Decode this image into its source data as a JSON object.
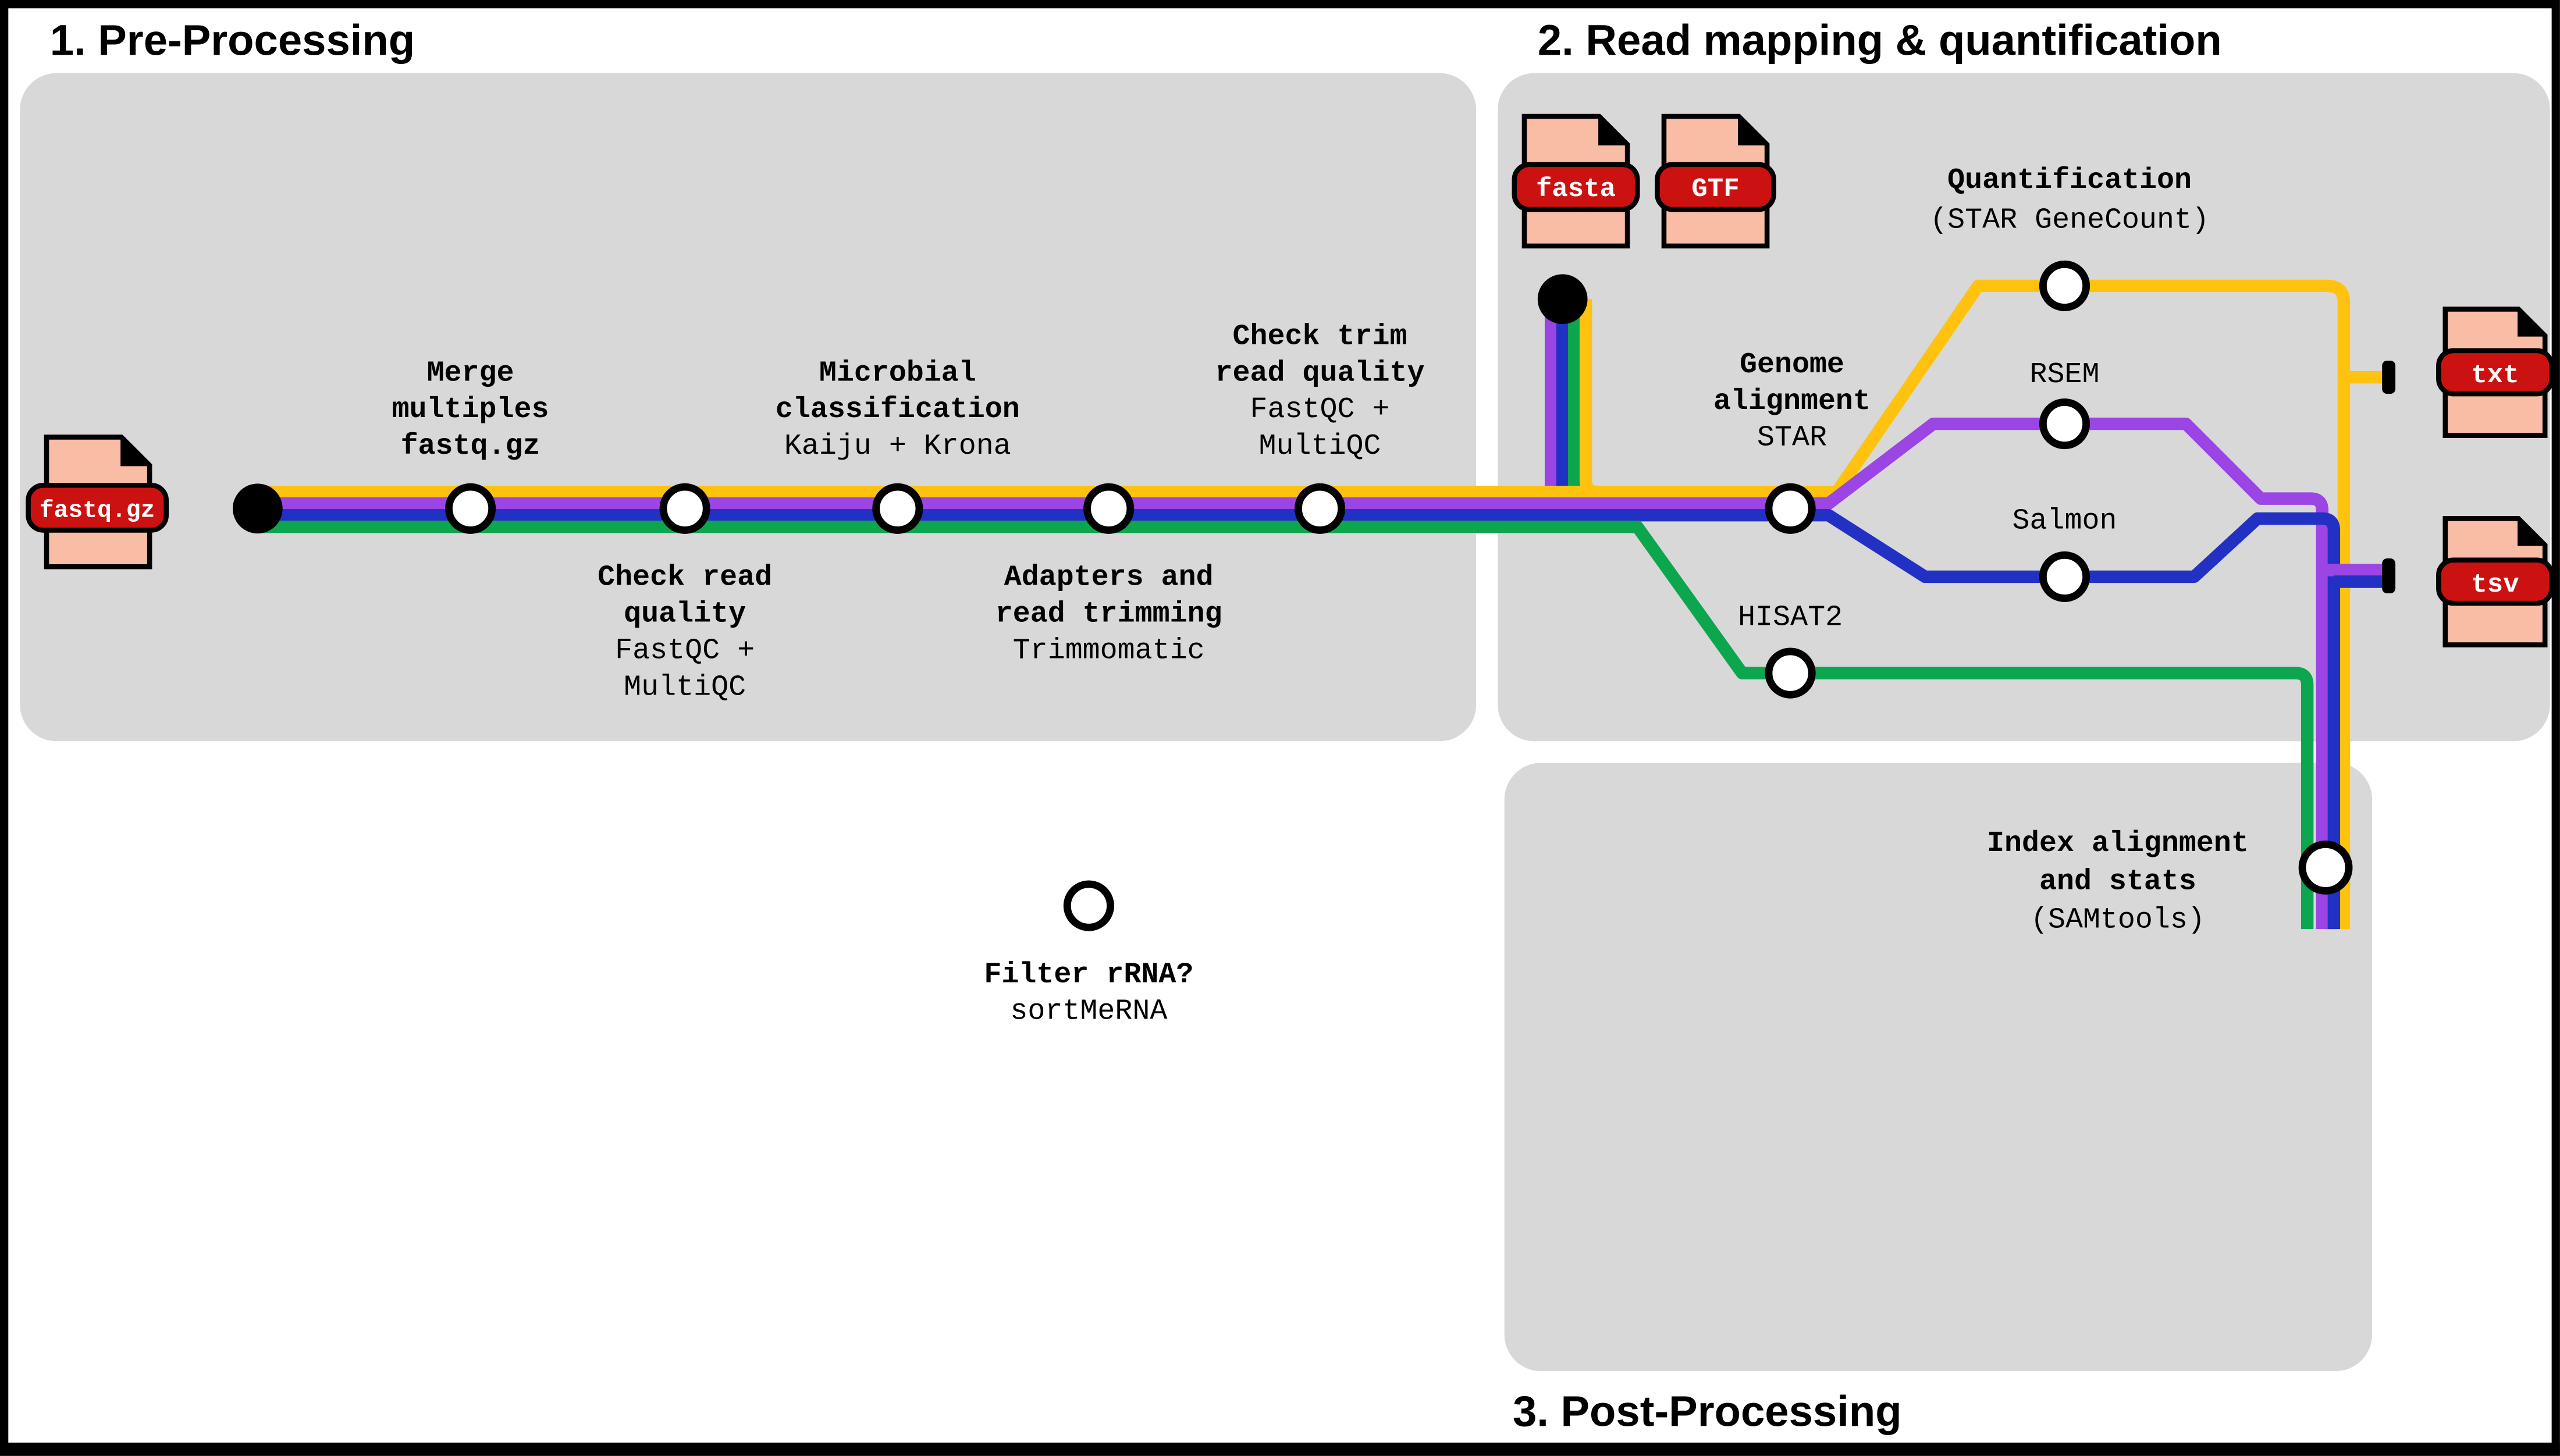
{
  "titles": {
    "preprocessing": "1. Pre-Processing",
    "mapping": "2. Read mapping & quantification",
    "postprocessing": "3. Post-Processing"
  },
  "files": {
    "fastq_gz": "fastq.gz",
    "fasta": "fasta",
    "gtf": "GTF",
    "txt": "txt",
    "tsv": "tsv"
  },
  "stations": {
    "merge": {
      "l1": "Merge",
      "l2": "multiples",
      "l3": "fastq.gz"
    },
    "check_read_quality": {
      "l1": "Check read",
      "l2": "quality",
      "s1": "FastQC +",
      "s2": "MultiQC"
    },
    "microbial_classification": {
      "l1": "Microbial",
      "l2": "classification",
      "s1": "Kaiju + Krona"
    },
    "adapters_trimming": {
      "l1": "Adapters and",
      "l2": "read trimming",
      "s1": "Trimmomatic"
    },
    "check_trim_quality": {
      "l1": "Check trim",
      "l2": "read quality",
      "s1": "FastQC +",
      "s2": "MultiQC"
    },
    "filter_rrna": {
      "l1": "Filter rRNA?",
      "s1": "sortMeRNA"
    },
    "genome_alignment": {
      "l1": "Genome",
      "l2": "alignment",
      "s1": "STAR"
    },
    "quantification": {
      "l1": "Quantification",
      "s1": "(STAR GeneCount)"
    },
    "rsem": {
      "s1": "RSEM"
    },
    "salmon": {
      "s1": "Salmon"
    },
    "hisat2": {
      "s1": "HISAT2"
    },
    "index_stats": {
      "l1": "Index alignment",
      "l2": "and stats",
      "s1": "(SAMtools)"
    }
  },
  "colors": {
    "yellow": "#FFC20E",
    "purple": "#9B45E4",
    "blue": "#2231C4",
    "green": "#0CA64F",
    "panel": "#D8D8D8",
    "doc_fill": "#F9BCA4",
    "label_red": "#CC1111"
  }
}
